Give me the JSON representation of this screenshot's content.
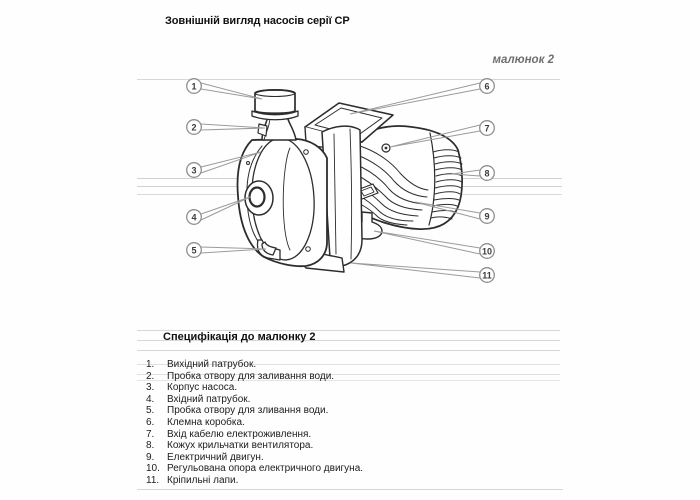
{
  "page": {
    "title": "Зовнішній вигляд насосів серії CP",
    "figure_label": "малюнок 2"
  },
  "figure": {
    "callouts": [
      "1",
      "2",
      "3",
      "4",
      "5",
      "6",
      "7",
      "8",
      "9",
      "10",
      "11"
    ]
  },
  "spec": {
    "heading": "Специфікація до малюнку 2",
    "items": [
      {
        "num": "1.",
        "text": "Вихідний патрубок."
      },
      {
        "num": "2.",
        "text": "Пробка отвору для заливання води."
      },
      {
        "num": "3.",
        "text": "Корпус насоса."
      },
      {
        "num": "4.",
        "text": "Вхідний патрубок."
      },
      {
        "num": "5.",
        "text": "Пробка отвору для зливання води."
      },
      {
        "num": "6.",
        "text": "Клемна коробка."
      },
      {
        "num": "7.",
        "text": "Вхід кабелю електроживлення."
      },
      {
        "num": "8.",
        "text": "Кожух крильчатки вентилятора."
      },
      {
        "num": "9.",
        "text": "Електричний двигун."
      },
      {
        "num": "10.",
        "text": "Регульована опора електричного двигуна."
      },
      {
        "num": "11.",
        "text": "Кріпильні лапи."
      }
    ]
  },
  "colors": {
    "line_art": "#2d2d2d",
    "callout_stroke": "#8f8f8f",
    "figure_label": "#6f6f6f",
    "ruled_line": "#d7d7d7"
  }
}
